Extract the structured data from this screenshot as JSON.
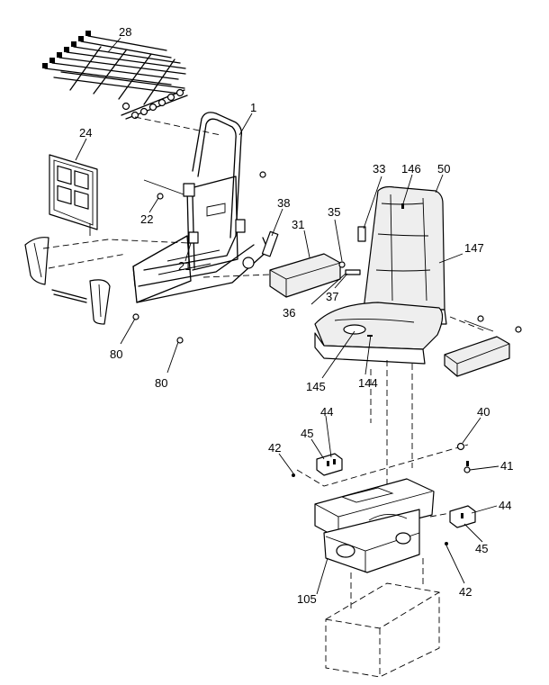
{
  "callouts": {
    "c28": "28",
    "c1": "1",
    "c24": "24",
    "c22": "22",
    "c21": "21",
    "c38": "38",
    "c31": "31",
    "c35": "35",
    "c33": "33",
    "c146": "146",
    "c50": "50",
    "c147": "147",
    "c37": "37",
    "c36": "36",
    "c145": "145",
    "c144": "144",
    "c80a": "80",
    "c80b": "80",
    "c40": "40",
    "c44a": "44",
    "c45a": "45",
    "c42a": "42",
    "c41": "41",
    "c44b": "44",
    "c45b": "45",
    "c42b": "42",
    "c105": "105"
  }
}
